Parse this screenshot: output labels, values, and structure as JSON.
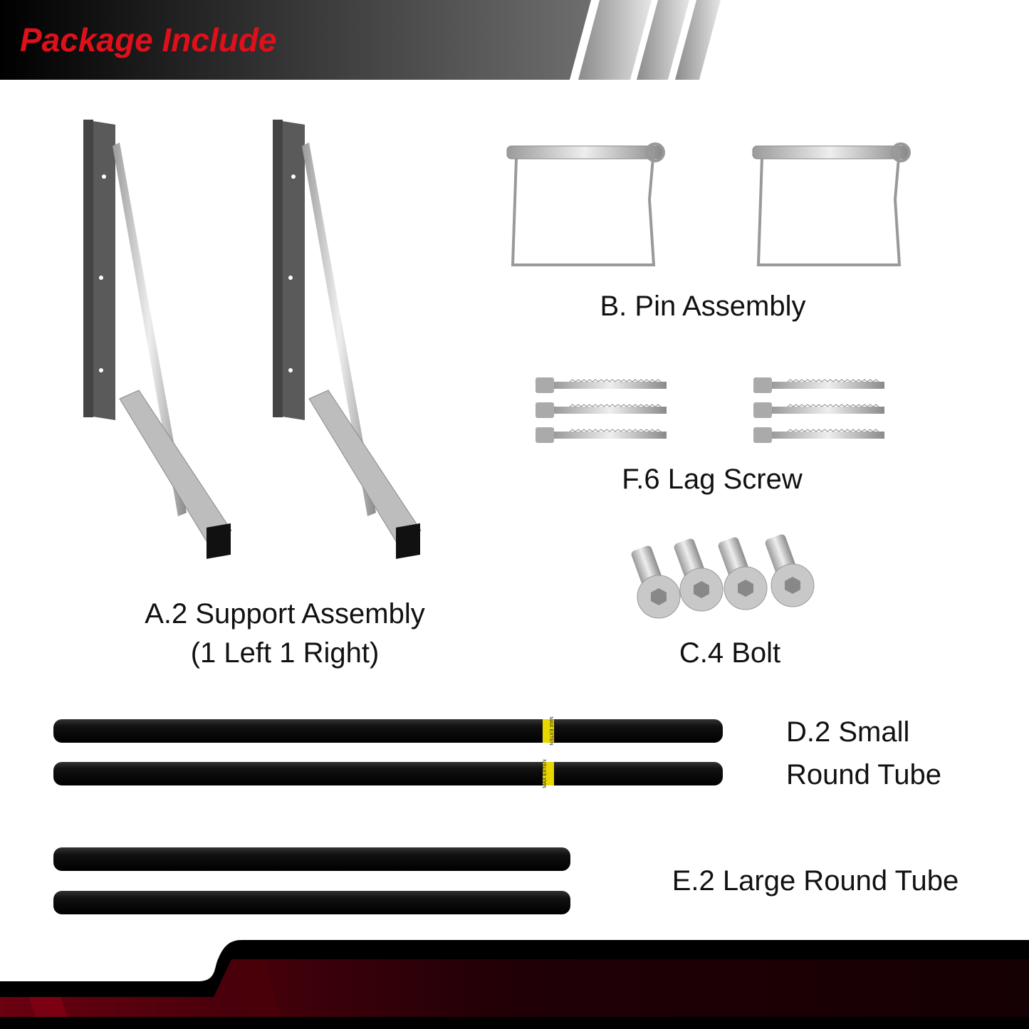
{
  "header": {
    "title": "Package Include"
  },
  "items": {
    "a": {
      "line1": "A.2 Support  Assembly",
      "line2": "(1 Left 1 Right)"
    },
    "b": {
      "label": "B. Pin Assembly"
    },
    "c": {
      "label": "C.4 Bolt"
    },
    "d": {
      "line1": "D.2 Small",
      "line2": "Round Tube",
      "tube_tag": "MAX EXTEN"
    },
    "e": {
      "label": "E.2 Large Round Tube"
    },
    "f": {
      "label": "F.6 Lag Screw"
    }
  },
  "colors": {
    "accent": "#e0101a",
    "dark": "#000000",
    "band_red": "#6a0010"
  }
}
